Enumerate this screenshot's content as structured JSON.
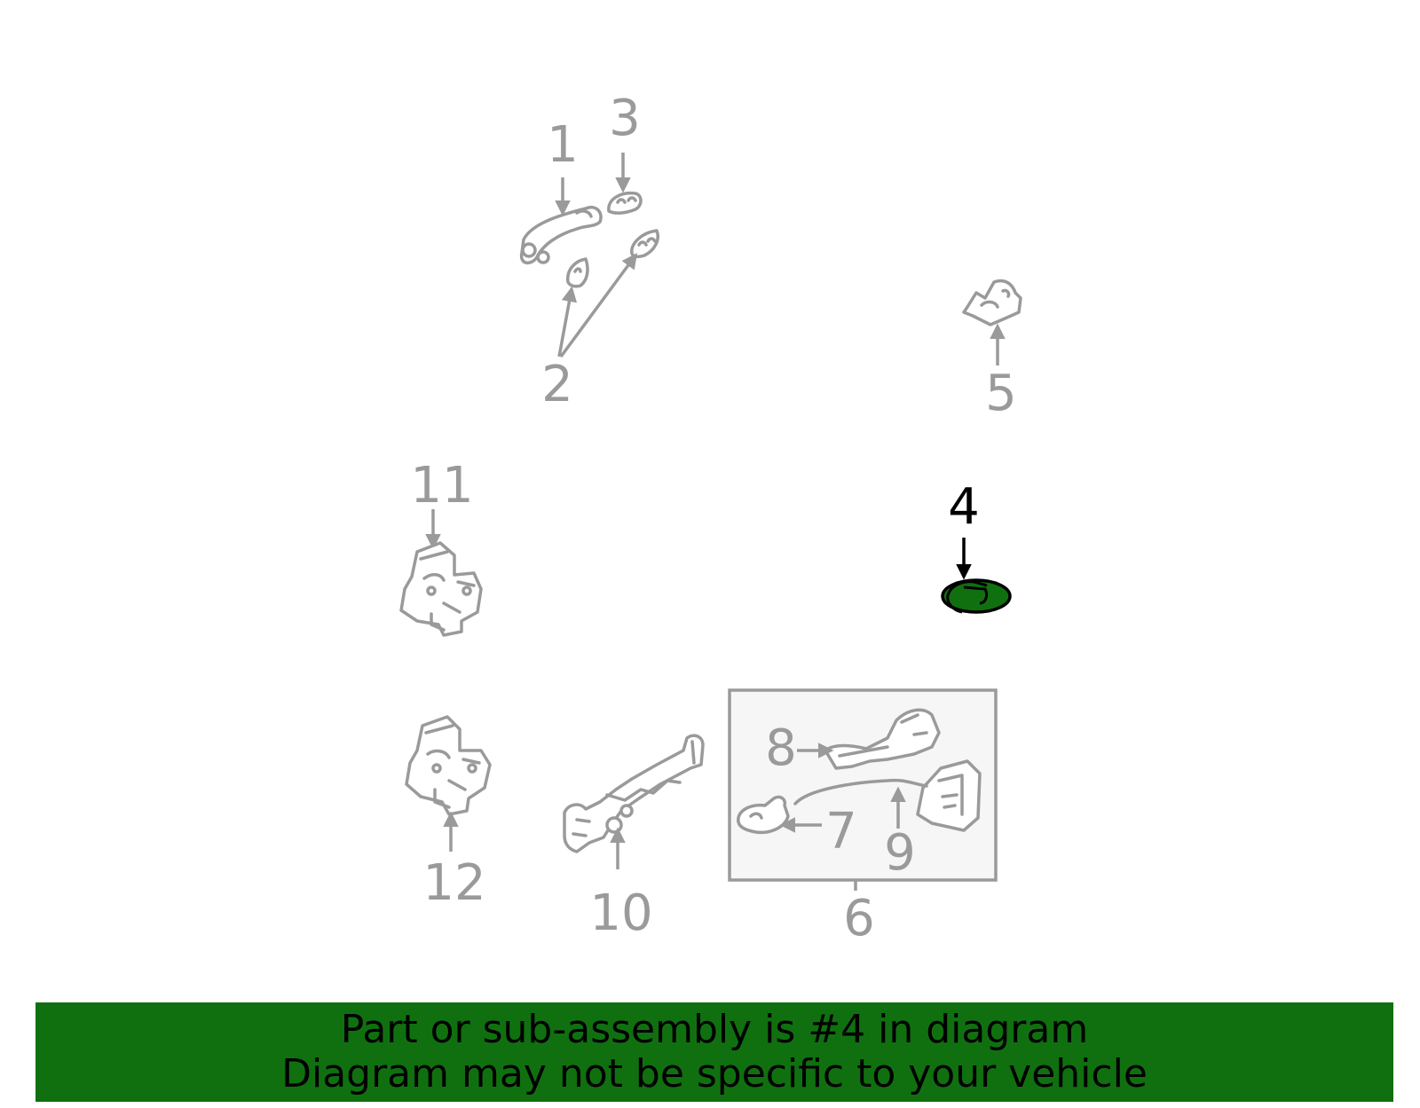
{
  "diagram": {
    "callouts": {
      "c1": "1",
      "c2": "2",
      "c3": "3",
      "c4": "4",
      "c5": "5",
      "c6": "6",
      "c7": "7",
      "c8": "8",
      "c9": "9",
      "c10": "10",
      "c11": "11",
      "c12": "12"
    },
    "highlighted_part": "4",
    "colors": {
      "part_line": "#9a9a9a",
      "highlight_fill": "#107010",
      "highlight_outline": "#000000",
      "box_fill": "#f6f6f6"
    }
  },
  "banner": {
    "line1": "Part or sub-assembly is #4 in diagram",
    "line2": "Diagram may not be specific to your vehicle",
    "background": "#107010"
  }
}
